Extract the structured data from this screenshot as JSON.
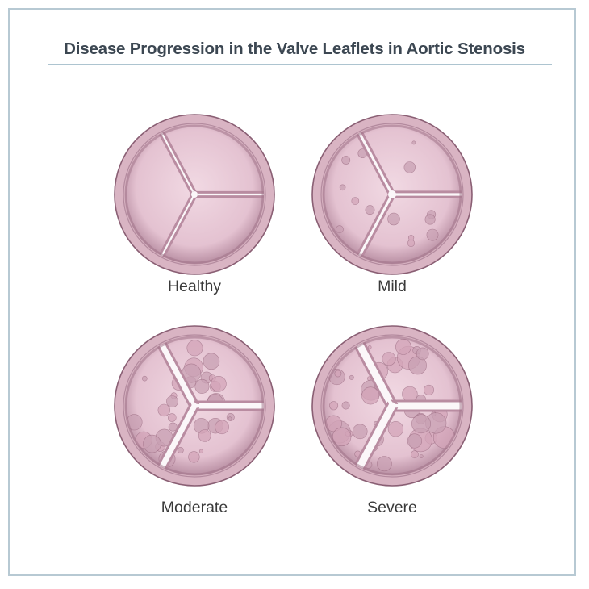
{
  "title": "Disease Progression in the Valve Leaflets in Aortic Stenosis",
  "valves": [
    {
      "label": "Healthy",
      "stage": 0
    },
    {
      "label": "Mild",
      "stage": 1
    },
    {
      "label": "Moderate",
      "stage": 2
    },
    {
      "label": "Severe",
      "stage": 3
    }
  ],
  "colors": {
    "border": "#b7c9d3",
    "rule": "#adc4d0",
    "ring": "#d9b4c3",
    "ring_edge": "#8a5f74",
    "leaflet": "#e4c2d1",
    "leaflet_shadow": "#a87b91",
    "opening": "#fbf7f9"
  }
}
